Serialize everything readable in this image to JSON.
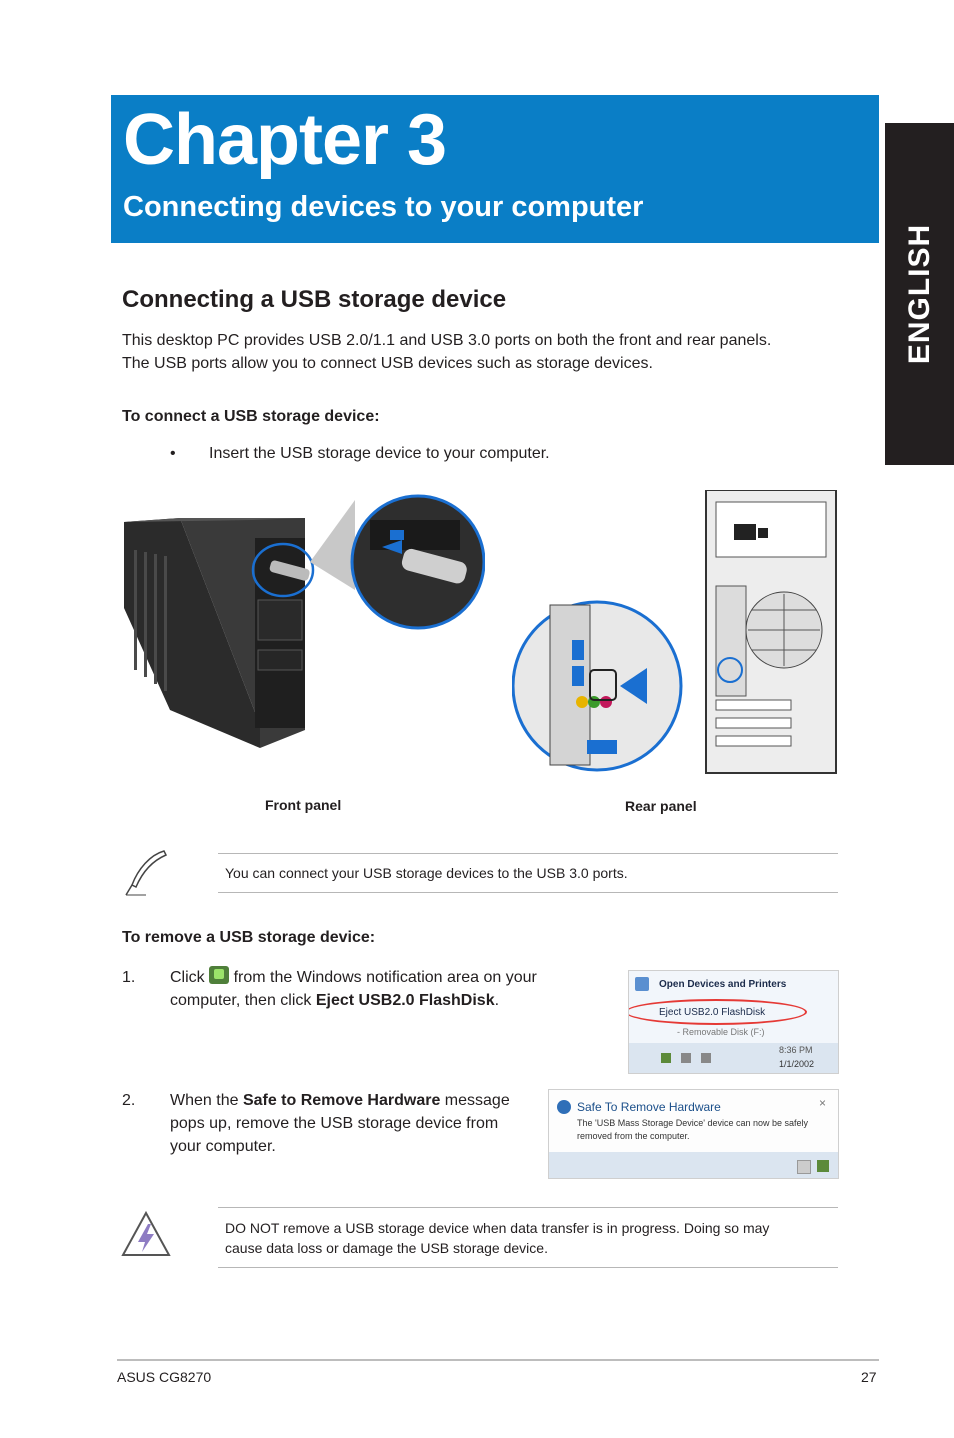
{
  "header": {
    "chapter_title": "Chapter 3",
    "chapter_subtitle": "Connecting devices to your computer",
    "language_tab": "ENGLISH"
  },
  "section": {
    "heading": "Connecting a USB storage device",
    "intro_line1": "This desktop PC provides USB 2.0/1.1 and USB 3.0 ports on both the front and rear panels.",
    "intro_line2": "The USB ports allow you to connect USB devices such as storage devices."
  },
  "connect": {
    "heading": "To connect a USB storage device:",
    "bullet": "•",
    "step": "Insert the USB storage device to your computer."
  },
  "figures": {
    "front_caption": "Front panel",
    "rear_caption": "Rear panel"
  },
  "note": {
    "icon": "pen-note-icon",
    "text": "You can connect your USB storage devices to the USB 3.0 ports."
  },
  "remove": {
    "heading": "To remove a USB storage device:",
    "step1_number": "1.",
    "step1_pre": "Click",
    "step1_mid": "from the Windows notification area on your",
    "step1_line2_pre": "computer, then click",
    "step1_bold": "Eject USB2.0 FlashDisk",
    "step1_end": ".",
    "step2_number": "2.",
    "step2_pre": "When the",
    "step2_bold": "Safe to Remove Hardware",
    "step2_post": "message",
    "step2_line2": "pops up, remove the USB storage device from",
    "step2_line3": "your computer."
  },
  "menu_screenshot": {
    "open_devices": "Open Devices and Printers",
    "eject": "Eject USB2.0 FlashDisk",
    "removable": "- Removable Disk (F:)",
    "time": "8:36 PM",
    "date": "1/1/2002",
    "highlight_color": "#e53935"
  },
  "popup_screenshot": {
    "title": "Safe To Remove Hardware",
    "message_line1": "The 'USB Mass Storage Device' device can now be safely",
    "message_line2": "removed from the computer.",
    "close": "×"
  },
  "warning": {
    "icon": "warning-triangle-icon",
    "text_line1": "DO NOT remove a USB storage device when data transfer is in progress. Doing so may",
    "text_line2": "cause data loss or damage the USB storage device."
  },
  "footer": {
    "model": "ASUS CG8270",
    "page": "27"
  },
  "colors": {
    "brand_blue": "#0a7ec6",
    "accent_arrow": "#1a6fd1"
  }
}
